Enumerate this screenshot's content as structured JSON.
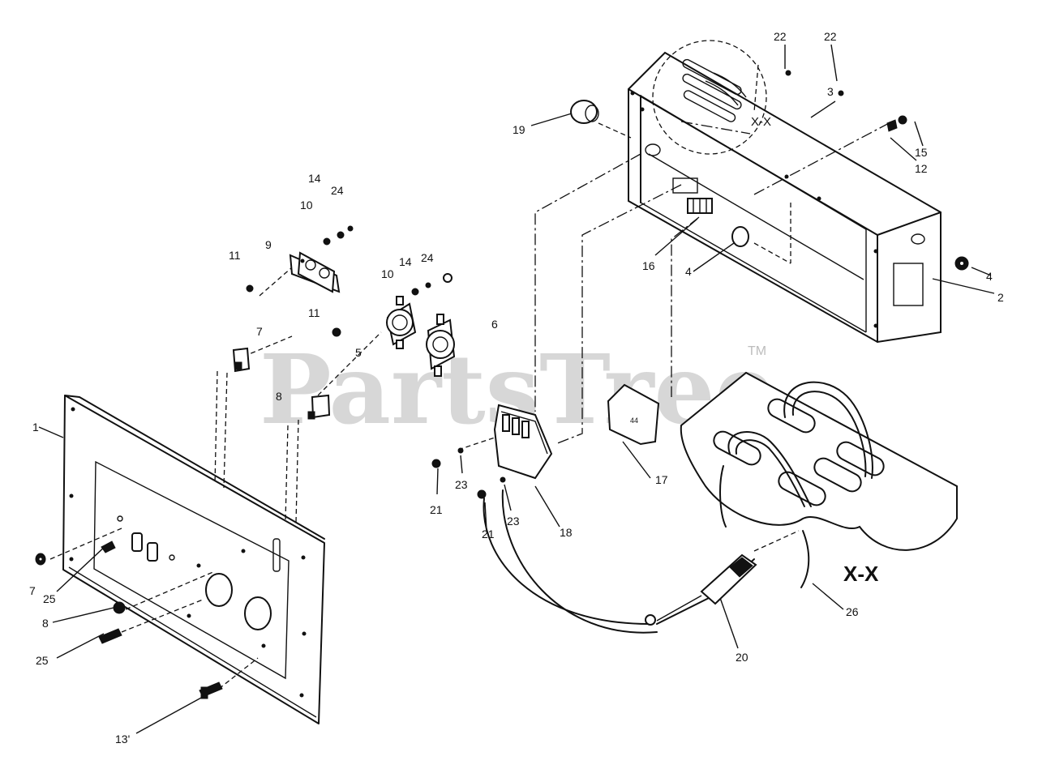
{
  "watermark": {
    "text": "PartsTree",
    "trademark": "TM"
  },
  "section_labels": {
    "detail_callout": "X-X",
    "detail_view": "X-X"
  },
  "callouts": [
    {
      "id": "c1",
      "label": "1"
    },
    {
      "id": "c2",
      "label": "2"
    },
    {
      "id": "c3",
      "label": "3"
    },
    {
      "id": "c4a",
      "label": "4"
    },
    {
      "id": "c4b",
      "label": "4"
    },
    {
      "id": "c5",
      "label": "5"
    },
    {
      "id": "c6",
      "label": "6"
    },
    {
      "id": "c7a",
      "label": "7"
    },
    {
      "id": "c7b",
      "label": "7"
    },
    {
      "id": "c8a",
      "label": "8"
    },
    {
      "id": "c8b",
      "label": "8"
    },
    {
      "id": "c9",
      "label": "9"
    },
    {
      "id": "c10a",
      "label": "10"
    },
    {
      "id": "c10b",
      "label": "10"
    },
    {
      "id": "c11a",
      "label": "11"
    },
    {
      "id": "c11b",
      "label": "11"
    },
    {
      "id": "c12",
      "label": "12"
    },
    {
      "id": "c13",
      "label": "13'"
    },
    {
      "id": "c14a",
      "label": "14"
    },
    {
      "id": "c14b",
      "label": "14"
    },
    {
      "id": "c15",
      "label": "15"
    },
    {
      "id": "c16",
      "label": "16"
    },
    {
      "id": "c17",
      "label": "17"
    },
    {
      "id": "c18",
      "label": "18"
    },
    {
      "id": "c19",
      "label": "19"
    },
    {
      "id": "c20",
      "label": "20"
    },
    {
      "id": "c21a",
      "label": "21"
    },
    {
      "id": "c21b",
      "label": "21"
    },
    {
      "id": "c22a",
      "label": "22"
    },
    {
      "id": "c22b",
      "label": "22"
    },
    {
      "id": "c23a",
      "label": "23"
    },
    {
      "id": "c23b",
      "label": "23"
    },
    {
      "id": "c24a",
      "label": "24"
    },
    {
      "id": "c24b",
      "label": "24"
    },
    {
      "id": "c25a",
      "label": "25"
    },
    {
      "id": "c25b",
      "label": "25"
    },
    {
      "id": "c26",
      "label": "26"
    }
  ]
}
